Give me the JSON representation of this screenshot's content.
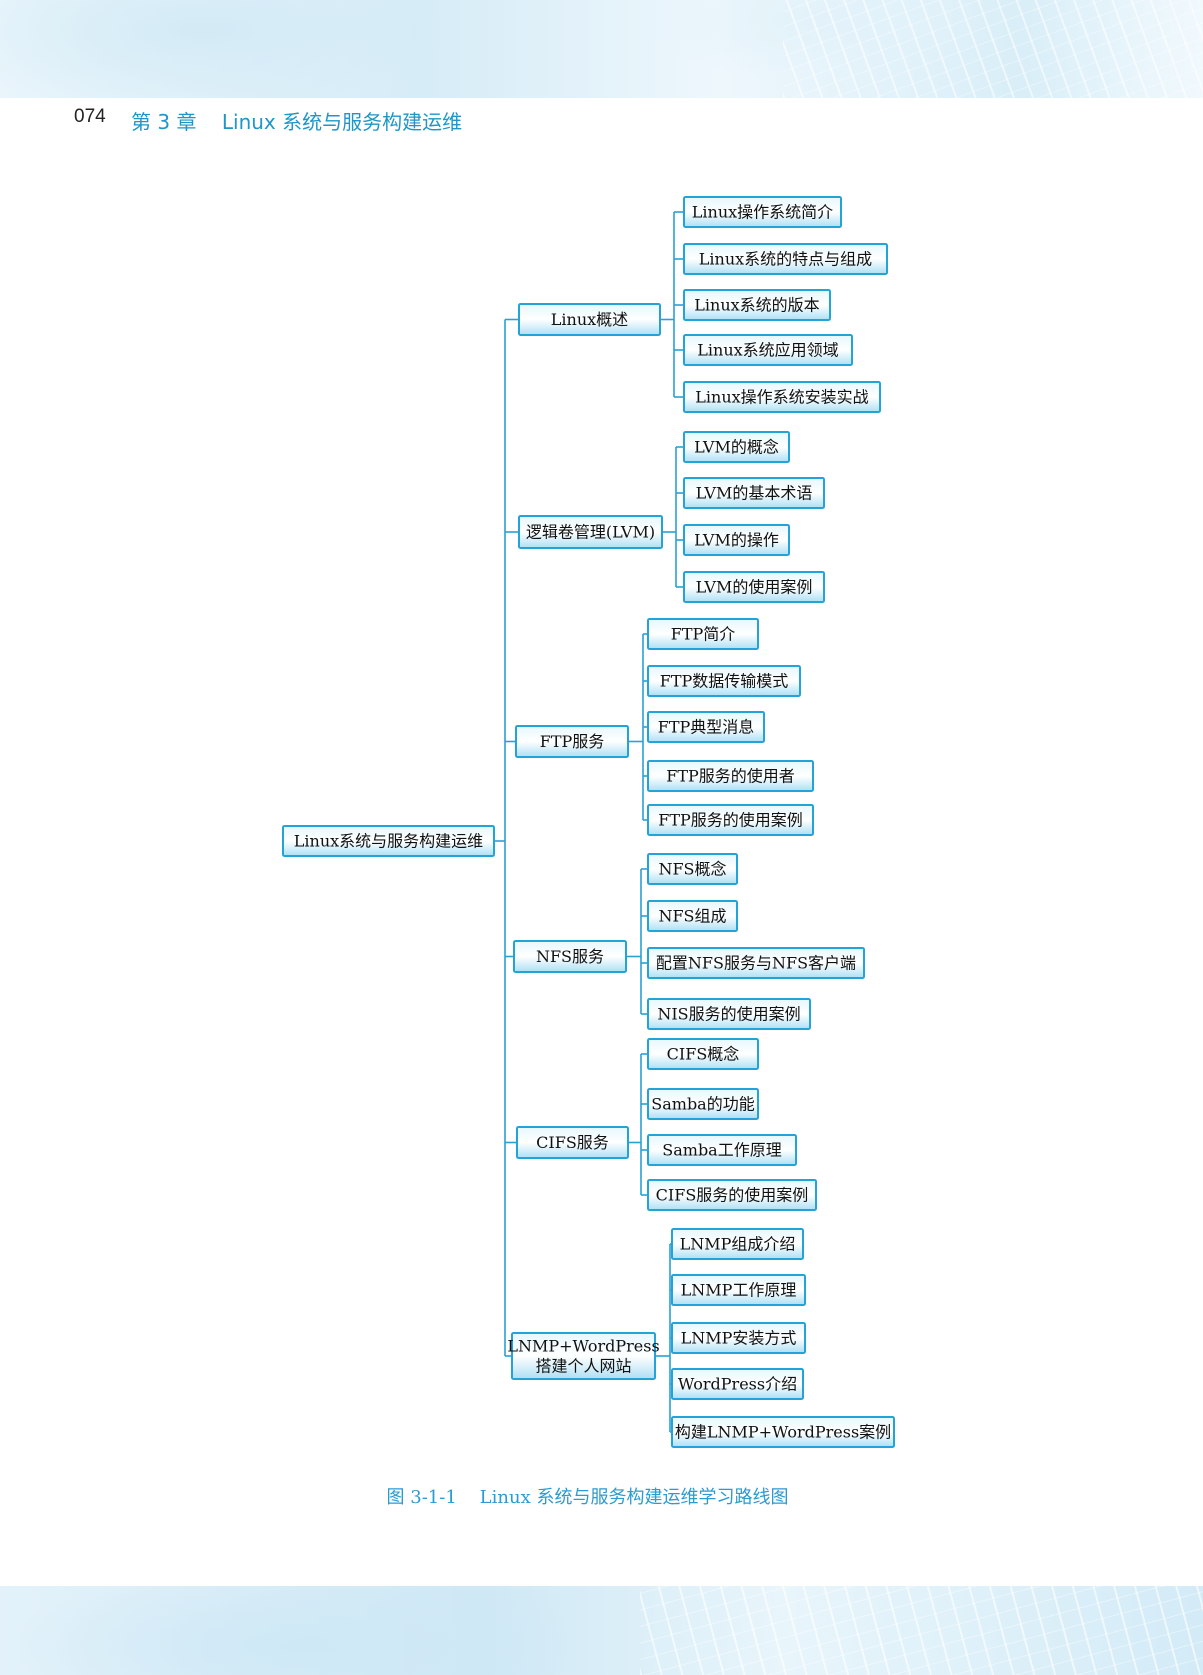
{
  "header": {
    "page_number": "074",
    "chapter_title": "第 3 章    Linux 系统与服务构建运维"
  },
  "diagram": {
    "root": "Linux系统与服务构建运维",
    "branches": [
      {
        "label": "Linux概述",
        "children": [
          "Linux操作系统简介",
          "Linux系统的特点与组成",
          "Linux系统的版本",
          "Linux系统应用领域",
          "Linux操作系统安装实战"
        ]
      },
      {
        "label": "逻辑卷管理(LVM)",
        "children": [
          "LVM的概念",
          "LVM的基本术语",
          "LVM的操作",
          "LVM的使用案例"
        ]
      },
      {
        "label": "FTP服务",
        "children": [
          "FTP简介",
          "FTP数据传输模式",
          "FTP典型消息",
          "FTP服务的使用者",
          "FTP服务的使用案例"
        ]
      },
      {
        "label": "NFS服务",
        "children": [
          "NFS概念",
          "NFS组成",
          "配置NFS服务与NFS客户端",
          "NIS服务的使用案例"
        ]
      },
      {
        "label": "CIFS服务",
        "children": [
          "CIFS概念",
          "Samba的功能",
          "Samba工作原理",
          "CIFS服务的使用案例"
        ]
      },
      {
        "label": "LNMP+WordPress\n搭建个人网站",
        "children": [
          "LNMP组成介绍",
          "LNMP工作原理",
          "LNMP安装方式",
          "WordPress介绍",
          "构建LNMP+WordPress案例"
        ]
      }
    ]
  },
  "caption": "图 3-1-1    Linux 系统与服务构建运维学习路线图"
}
